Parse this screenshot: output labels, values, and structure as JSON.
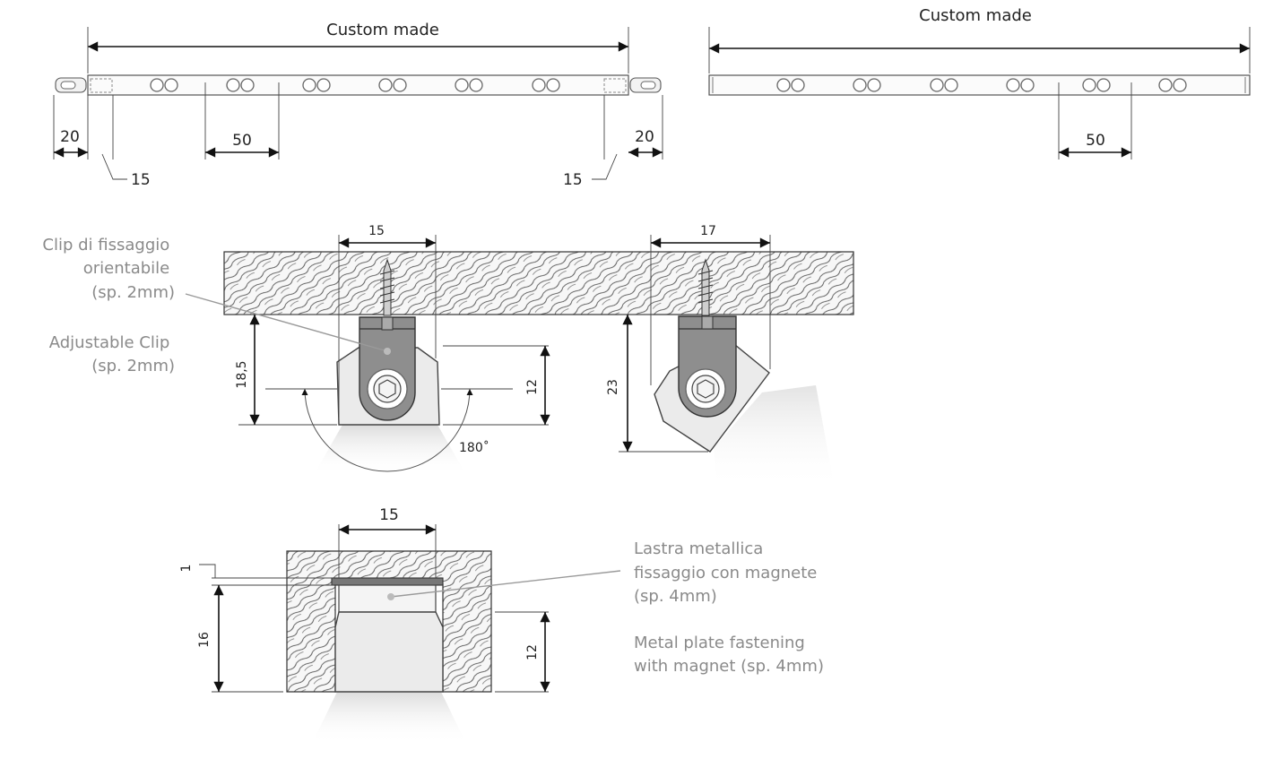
{
  "top_left": {
    "title": "Custom made",
    "dim_left_end": "20",
    "dim_left_offset": "15",
    "dim_spacing": "50",
    "dim_right_end": "20",
    "dim_right_offset": "15"
  },
  "top_right": {
    "title": "Custom made",
    "dim_spacing": "50"
  },
  "clip_view": {
    "width": "15",
    "height_total": "18,5",
    "height_profile": "12",
    "angle": "180˚",
    "label_it": [
      "Clip di fissaggio",
      "orientabile",
      "(sp. 2mm)"
    ],
    "label_en": [
      "Adjustable Clip",
      "(sp. 2mm)"
    ]
  },
  "rotated_view": {
    "width": "17",
    "height": "23"
  },
  "magnet_view": {
    "width": "15",
    "plate": "1",
    "height_total": "16",
    "height_profile": "12",
    "label_it": [
      "Lastra metallica",
      "fissaggio con magnete",
      "(sp. 4mm)"
    ],
    "label_en": [
      "Metal plate fastening",
      "with magnet (sp. 4mm)"
    ]
  }
}
